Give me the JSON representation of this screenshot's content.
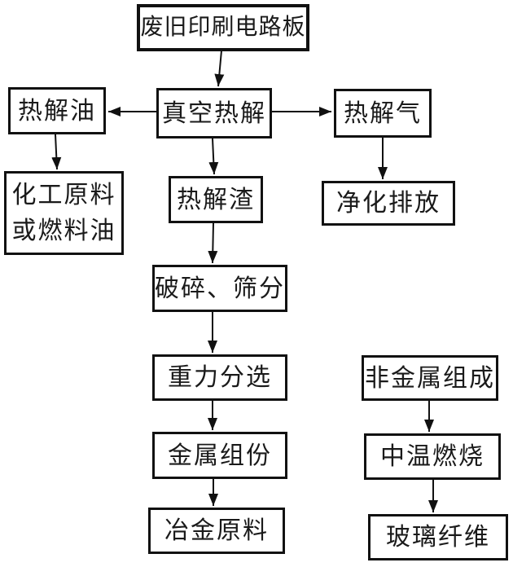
{
  "diagram": {
    "type": "flowchart",
    "background_color": "#ffffff",
    "line_color": "#000000",
    "text_color": "#1a1a1a",
    "nodes": {
      "waste_pcb": {
        "label": "废旧印刷电路板"
      },
      "pyrolysis_oil": {
        "label": "热解油"
      },
      "vacuum_pyrolysis": {
        "label": "真空热解"
      },
      "pyrolysis_gas": {
        "label": "热解气"
      },
      "chemical_fuel": {
        "label": "化工原料或燃料油",
        "lines": [
          "化工原料",
          "或燃料油"
        ]
      },
      "pyrolysis_residue": {
        "label": "热解渣"
      },
      "purify_discharge": {
        "label": "净化排放"
      },
      "crush_screen": {
        "label": "破碎、筛分"
      },
      "gravity_separation": {
        "label": "重力分选"
      },
      "metal_fraction": {
        "label": "金属组份"
      },
      "metallurgy_material": {
        "label": "冶金原料"
      },
      "nonmetal_composition": {
        "label": "非金属组成"
      },
      "mid_temp_combustion": {
        "label": "中温燃烧"
      },
      "glass_fiber": {
        "label": "玻璃纤维"
      }
    },
    "edges": [
      {
        "from": "废旧印刷电路板",
        "to": "真空热解"
      },
      {
        "from": "真空热解",
        "to": "热解油"
      },
      {
        "from": "真空热解",
        "to": "热解气"
      },
      {
        "from": "真空热解",
        "to": "热解渣"
      },
      {
        "from": "热解油",
        "to": "化工原料或燃料油"
      },
      {
        "from": "热解气",
        "to": "净化排放"
      },
      {
        "from": "热解渣",
        "to": "破碎、筛分"
      },
      {
        "from": "破碎、筛分",
        "to": "重力分选"
      },
      {
        "from": "重力分选",
        "to": "金属组份"
      },
      {
        "from": "金属组份",
        "to": "冶金原料"
      },
      {
        "from": "非金属组成",
        "to": "中温燃烧"
      },
      {
        "from": "中温燃烧",
        "to": "玻璃纤维"
      }
    ]
  }
}
